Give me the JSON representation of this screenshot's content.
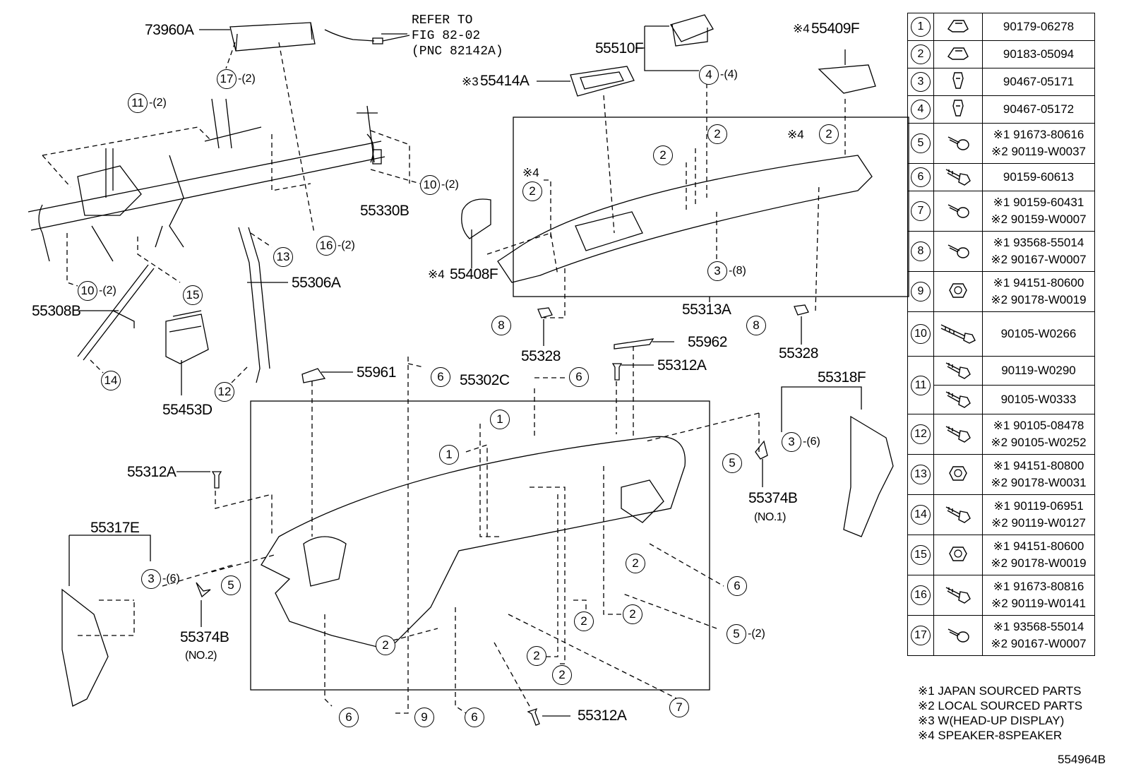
{
  "labels": {
    "p73960A": "73960A",
    "p55510F": "55510F",
    "p55409F": "55409F",
    "p55414A": "55414A",
    "p55330B": "55330B",
    "p55408F": "55408F",
    "p55306A": "55306A",
    "p55308B": "55308B",
    "p55453D": "55453D",
    "p55313A": "55313A",
    "p55328_l": "55328",
    "p55328_r": "55328",
    "p55962": "55962",
    "p55961": "55961",
    "p55302C": "55302C",
    "p55312A_top": "55312A",
    "p55312A_left": "55312A",
    "p55312A_bottom": "55312A",
    "p55318F": "55318F",
    "p55374B_r": "55374B",
    "p55374B_r_sub": "(NO.1)",
    "p55374B_l": "55374B",
    "p55374B_l_sub": "(NO.2)",
    "p55317E": "55317E"
  },
  "notes": {
    "n3": "※3",
    "n4a": "※4",
    "n4b": "※4",
    "n4c": "※4",
    "n4d": "※4"
  },
  "refer": "REFER TO\nFIG 82-02\n(PNC 82142A)",
  "callouts": [
    {
      "n": "17",
      "qty": "-(2)"
    },
    {
      "n": "11",
      "qty": "-(2)"
    },
    {
      "n": "10",
      "qty": "-(2)"
    },
    {
      "n": "16",
      "qty": "-(2)"
    },
    {
      "n": "10",
      "qty": "-(2)"
    },
    {
      "n": "13",
      "qty": ""
    },
    {
      "n": "15",
      "qty": ""
    },
    {
      "n": "14",
      "qty": ""
    },
    {
      "n": "12",
      "qty": ""
    },
    {
      "n": "4",
      "qty": "-(4)"
    },
    {
      "n": "2",
      "qty": ""
    },
    {
      "n": "2",
      "qty": ""
    },
    {
      "n": "2",
      "qty": ""
    },
    {
      "n": "2",
      "qty": ""
    },
    {
      "n": "3",
      "qty": "-(8)"
    },
    {
      "n": "8",
      "qty": ""
    },
    {
      "n": "8",
      "qty": ""
    },
    {
      "n": "6",
      "qty": ""
    },
    {
      "n": "6",
      "qty": ""
    },
    {
      "n": "1",
      "qty": ""
    },
    {
      "n": "1",
      "qty": ""
    },
    {
      "n": "3",
      "qty": "-(6)"
    },
    {
      "n": "5",
      "qty": ""
    },
    {
      "n": "3",
      "qty": "-(6)"
    },
    {
      "n": "5",
      "qty": ""
    },
    {
      "n": "2",
      "qty": ""
    },
    {
      "n": "6",
      "qty": ""
    },
    {
      "n": "2",
      "qty": ""
    },
    {
      "n": "2",
      "qty": ""
    },
    {
      "n": "5",
      "qty": "-(2)"
    },
    {
      "n": "2",
      "qty": ""
    },
    {
      "n": "2",
      "qty": ""
    },
    {
      "n": "2",
      "qty": ""
    },
    {
      "n": "7",
      "qty": ""
    },
    {
      "n": "6",
      "qty": ""
    },
    {
      "n": "9",
      "qty": ""
    },
    {
      "n": "6",
      "qty": ""
    }
  ],
  "parts_table": [
    {
      "no": "1",
      "icon": "clip-nut-icon",
      "parts": [
        "90179-06278"
      ]
    },
    {
      "no": "2",
      "icon": "clip-nut-icon",
      "parts": [
        "90183-05094"
      ]
    },
    {
      "no": "3",
      "icon": "clip-icon",
      "parts": [
        "90467-05171"
      ]
    },
    {
      "no": "4",
      "icon": "clip-icon",
      "parts": [
        "90467-05172"
      ]
    },
    {
      "no": "5",
      "icon": "screw-icon",
      "parts": [
        "※1 91673-80616",
        "※2 90119-W0037"
      ]
    },
    {
      "no": "6",
      "icon": "bolt-icon",
      "parts": [
        "90159-60613"
      ]
    },
    {
      "no": "7",
      "icon": "screw-icon",
      "parts": [
        "※1 90159-60431",
        "※2 90159-W0007"
      ]
    },
    {
      "no": "8",
      "icon": "screw-icon",
      "parts": [
        "※1 93568-55014",
        "※2 90167-W0007"
      ]
    },
    {
      "no": "9",
      "icon": "nut-icon",
      "parts": [
        "※1 94151-80600",
        "※2 90178-W0019"
      ]
    },
    {
      "no": "10",
      "icon": "long-bolt-icon",
      "parts": [
        "90105-W0266"
      ]
    },
    {
      "no": "11",
      "icon": "bolt-icon",
      "parts": [
        "90119-W0290",
        "90105-W0333"
      ]
    },
    {
      "no": "12",
      "icon": "bolt-icon",
      "parts": [
        "※1 90105-08478",
        "※2 90105-W0252"
      ]
    },
    {
      "no": "13",
      "icon": "nut-icon",
      "parts": [
        "※1 94151-80800",
        "※2 90178-W0031"
      ]
    },
    {
      "no": "14",
      "icon": "bolt-icon",
      "parts": [
        "※1 90119-06951",
        "※2 90119-W0127"
      ]
    },
    {
      "no": "15",
      "icon": "nut-icon",
      "parts": [
        "※1 94151-80600",
        "※2 90178-W0019"
      ]
    },
    {
      "no": "16",
      "icon": "bolt-icon",
      "parts": [
        "※1 91673-80816",
        "※2 90119-W0141"
      ]
    },
    {
      "no": "17",
      "icon": "screw-icon",
      "parts": [
        "※1 93568-55014",
        "※2 90167-W0007"
      ]
    }
  ],
  "legend": [
    "※1 JAPAN SOURCED PARTS",
    "※2 LOCAL SOURCED PARTS",
    "※3 W(HEAD-UP DISPLAY)",
    "※4 SPEAKER-8SPEAKER"
  ],
  "drawing_number": "554964B"
}
